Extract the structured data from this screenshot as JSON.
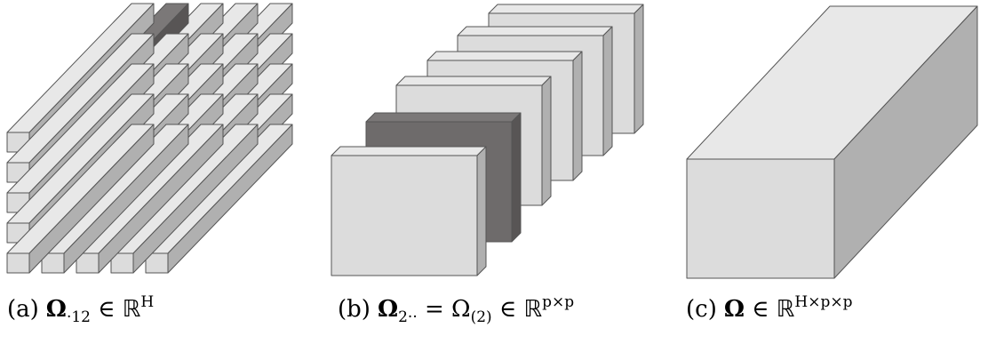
{
  "panels": [
    {
      "label": "(a)",
      "symbol": "Ω",
      "subscript": "·12",
      "relation": "∈ ",
      "space": "ℝ",
      "superscript": "H",
      "highlight": "one fiber (row 1, column 2)"
    },
    {
      "label": "(b)",
      "symbol": "Ω",
      "subscript": "2··",
      "equals": " = Ω",
      "equals_subscript": "(2)",
      "relation": " ∈ ",
      "space": "ℝ",
      "superscript": "p×p",
      "highlight": "second slice from the front"
    },
    {
      "label": "(c)",
      "symbol": "Ω",
      "relation": " ∈ ",
      "space": "ℝ",
      "superscript": "H×p×p"
    }
  ],
  "colors": {
    "light_front": "#dcdcdc",
    "light_top": "#e8e8e8",
    "light_side": "#b0b0b0",
    "dark_front": "#6e6b6b",
    "dark_top": "#7b7878",
    "dark_side": "#585555",
    "stroke": "#555555"
  }
}
